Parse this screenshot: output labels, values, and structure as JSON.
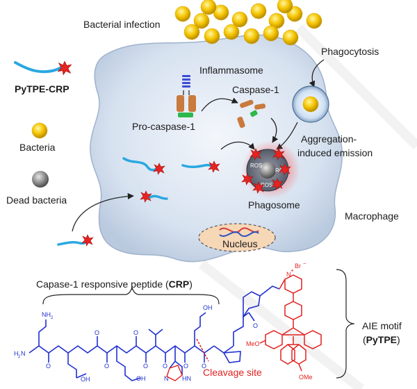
{
  "labels": {
    "bacterial_infection": "Bacterial infection",
    "phagocytosis": "Phagocytosis",
    "inflammasome": "Inflammasome",
    "caspase1": "Caspase-1",
    "pro_caspase1": "Pro-caspase-1",
    "aie_line1": "Aggregation-",
    "aie_line2": "induced emission",
    "phagosome": "Phagosome",
    "macrophage": "Macrophage",
    "nucleus": "Nucleus",
    "ros": "ROS"
  },
  "legend": {
    "probe": "PyTPE-CRP",
    "bacteria": "Bacteria",
    "dead_bacteria": "Dead bacteria"
  },
  "peptide": {
    "title_prefix": "Capase-1 responsive peptide (",
    "title_bold": "CRP",
    "title_suffix": ")",
    "cleavage": "Cleavage site",
    "aie_motif": "AIE motif",
    "pytpe_open": "(",
    "pytpe_bold": "PyTPE",
    "pytpe_close": ")",
    "atoms": {
      "nh2_top": "NH",
      "nh2_sub": "2",
      "h2n_left": "H",
      "h2n_left_sub": "2",
      "h2n_left_n": "N",
      "oh_bottom1": "OH",
      "oh_bottom2": "OH",
      "oh_top": "OH",
      "meo1": "MeO",
      "meo2": "OMe",
      "br": "Br",
      "charge_minus": "−",
      "charge_plus": "+",
      "n_plus": "N",
      "hn_his": "HN",
      "n_his": "N",
      "o": "O",
      "h": "H",
      "n": "N"
    }
  }
}
